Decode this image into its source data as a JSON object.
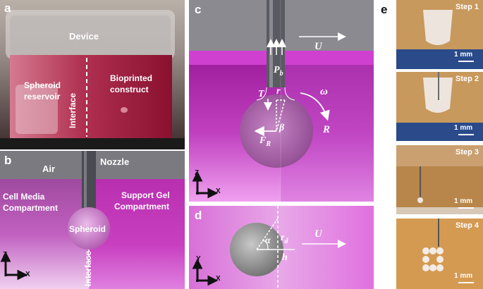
{
  "panel_a": {
    "label": "a",
    "device": "Device",
    "spheroid_reservoir_1": "Spheroid",
    "spheroid_reservoir_2": "reservoir",
    "interface": "Interface",
    "bioprinted_1": "Bioprinted",
    "bioprinted_2": "construct"
  },
  "panel_b": {
    "label": "b",
    "air": "Air",
    "nozzle": "Nozzle",
    "cell_media_1": "Cell Media",
    "cell_media_2": "Compartment",
    "support_gel_1": "Support Gel",
    "support_gel_2": "Compartment",
    "spheroid": "Spheroid",
    "interface": "Interface",
    "axis_z": "Z",
    "axis_x": "X"
  },
  "panel_c": {
    "label": "c",
    "velocity": "U",
    "pressure": "P",
    "pressure_sub": "b",
    "tension": "T",
    "radius_small": "r",
    "omega": "ω",
    "beta": "β",
    "radius_big": "R",
    "force": "F",
    "force_sub": "R",
    "axis_z": "Z",
    "axis_x": "X"
  },
  "panel_d": {
    "label": "d",
    "alpha": "α",
    "rd": "r",
    "rd_sub": "d",
    "h": "h",
    "velocity": "U",
    "axis_y": "Y",
    "axis_x": "X"
  },
  "panel_e": {
    "label": "e",
    "steps": [
      {
        "title": "Step 1",
        "scale": "1 mm"
      },
      {
        "title": "Step 2",
        "scale": "1 mm"
      },
      {
        "title": "Step 3",
        "scale": "1 mm"
      },
      {
        "title": "Step 4",
        "scale": "1 mm"
      }
    ]
  },
  "colors": {
    "magenta": "#c020b8",
    "pink_light": "#e6a8e0",
    "gray_bg": "#8a8a8a",
    "orange_bg": "#d49a4e"
  }
}
